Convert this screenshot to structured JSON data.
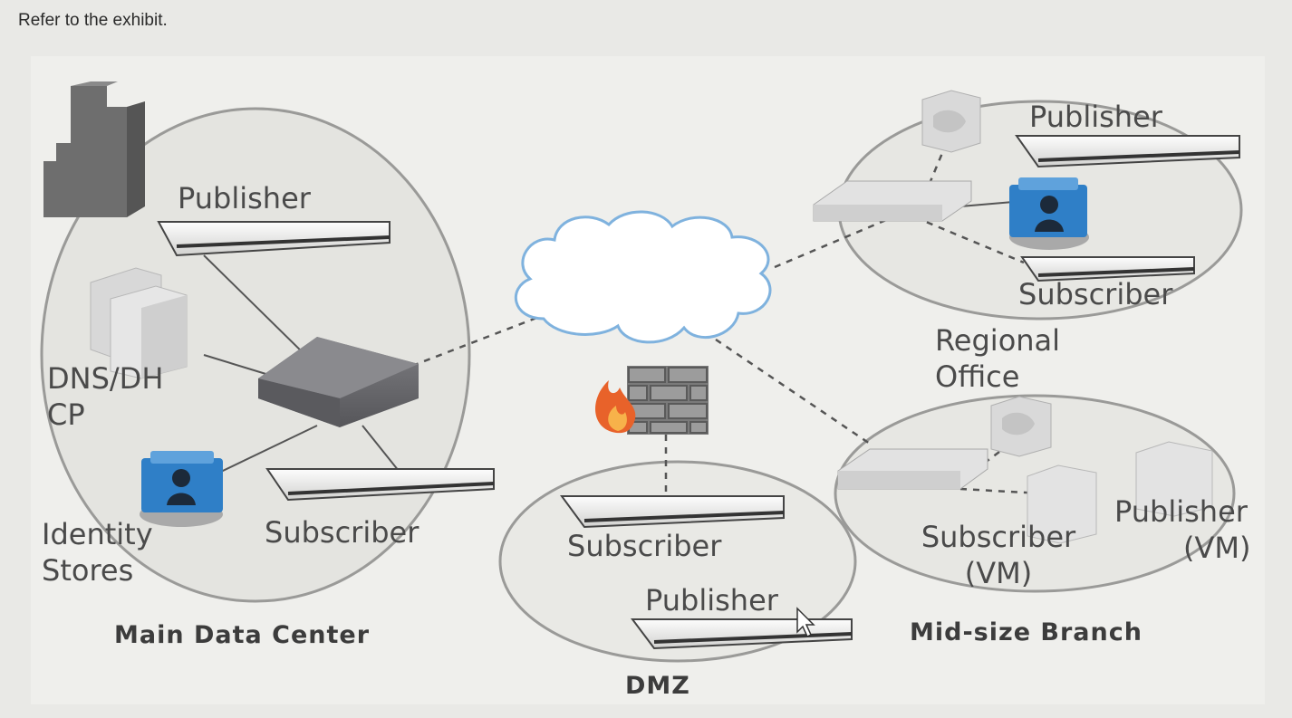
{
  "prompt": "Refer to the exhibit.",
  "regions": {
    "main_data_center": "Main Data Center",
    "dmz": "DMZ",
    "regional_office": "Regional Office",
    "regional_line1": "Regional",
    "regional_line2": "Office",
    "mid_size_branch": "Mid-size Branch"
  },
  "labels": {
    "main_publisher": "Publisher",
    "main_dns_line1": "DNS/DH",
    "main_dns_line2": "CP",
    "main_identity_line1": "Identity",
    "main_identity_line2": "Stores",
    "main_subscriber": "Subscriber",
    "dmz_subscriber": "Subscriber",
    "dmz_publisher": "Publisher",
    "regional_publisher": "Publisher",
    "regional_subscriber": "Subscriber",
    "branch_subscriber_line1": "Subscriber",
    "branch_subscriber_line2": "(VM)",
    "branch_publisher_line1": "Publisher",
    "branch_publisher_line2": "(VM)"
  },
  "colors": {
    "cloud": "#7fb2de",
    "firewall_flame": "#e8622a",
    "identity_blue": "#2f7fc7",
    "ellipse": "#9a9a98"
  }
}
